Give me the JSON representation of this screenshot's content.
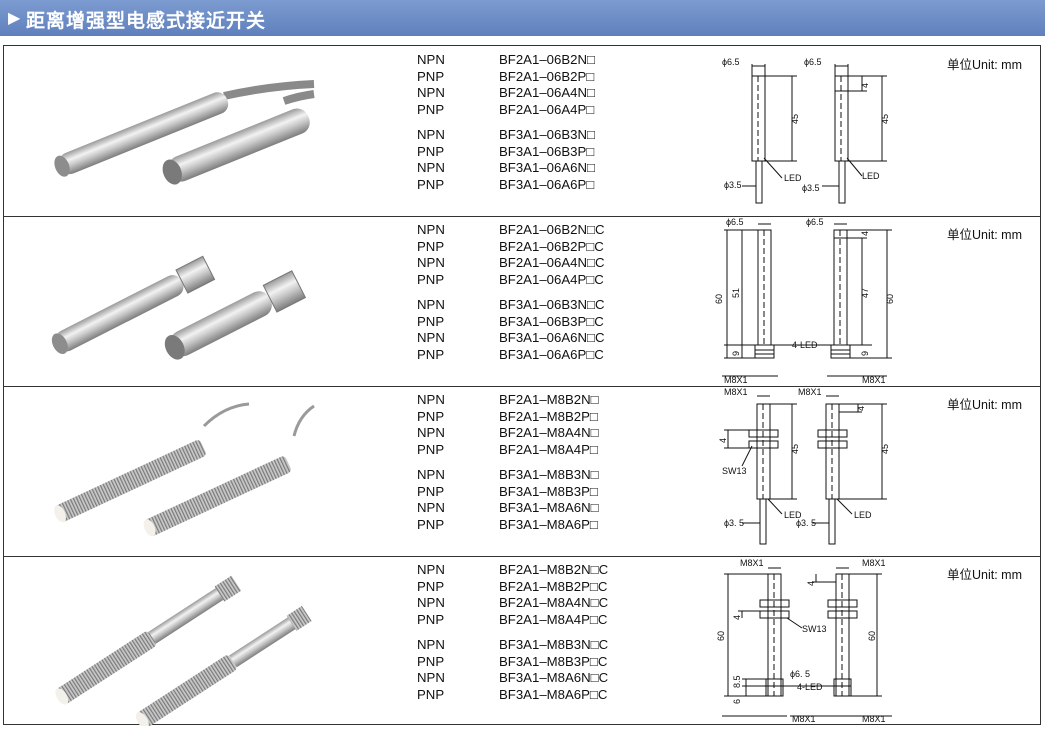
{
  "header": {
    "title": "距离增强型电感式接近开关",
    "colors": {
      "band": "#6a8ac6",
      "text": "#ffffff"
    }
  },
  "unit_label": "单位Unit: mm",
  "rows": [
    {
      "types": [
        "NPN",
        "PNP",
        "NPN",
        "PNP",
        "NPN",
        "PNP",
        "NPN",
        "PNP"
      ],
      "models": [
        "BF2A1–06B2N□",
        "BF2A1–06B2P□",
        "BF2A1–06A4N□",
        "BF2A1–06A4P□",
        "BF3A1–06B3N□",
        "BF3A1–06B3P□",
        "BF3A1–06A6N□",
        "BF3A1–06A6P□"
      ],
      "dims": {
        "d1": "ϕ6.5",
        "d2": "ϕ6.5",
        "l1": "45",
        "l2": "4",
        "l3": "45",
        "led1": "LED",
        "led2": "LED",
        "c1": "ϕ3.5",
        "c2": "ϕ3.5"
      }
    },
    {
      "types": [
        "NPN",
        "PNP",
        "NPN",
        "PNP",
        "NPN",
        "PNP",
        "NPN",
        "PNP"
      ],
      "models": [
        "BF2A1–06B2N□C",
        "BF2A1–06B2P□C",
        "BF2A1–06A4N□C",
        "BF2A1–06A4P□C",
        "BF3A1–06B3N□C",
        "BF3A1–06B3P□C",
        "BF3A1–06A6N□C",
        "BF3A1–06A6P□C"
      ],
      "dims": {
        "d1": "ϕ6.5",
        "d2": "ϕ6.5",
        "a": "60",
        "b": "51",
        "c": "9",
        "d": "4",
        "e": "47",
        "f": "60",
        "g": "9",
        "led": "4-LED",
        "m1": "M8X1",
        "m2": "M8X1"
      }
    },
    {
      "types": [
        "NPN",
        "PNP",
        "NPN",
        "PNP",
        "NPN",
        "PNP",
        "NPN",
        "PNP"
      ],
      "models": [
        "BF2A1–M8B2N□",
        "BF2A1–M8B2P□",
        "BF2A1–M8A4N□",
        "BF2A1–M8A4P□",
        "BF3A1–M8B3N□",
        "BF3A1–M8B3P□",
        "BF3A1–M8A6N□",
        "BF3A1–M8A6P□"
      ],
      "dims": {
        "m1": "M8X1",
        "m2": "M8X1",
        "a": "4",
        "b": "45",
        "c": "4",
        "d": "45",
        "sw": "SW13",
        "led1": "LED",
        "led2": "LED",
        "c1": "ϕ3. 5",
        "c2": "ϕ3. 5"
      }
    },
    {
      "types": [
        "NPN",
        "PNP",
        "NPN",
        "PNP",
        "NPN",
        "PNP",
        "NPN",
        "PNP"
      ],
      "models": [
        "BF2A1–M8B2N□C",
        "BF2A1–M8B2P□C",
        "BF2A1–M8A4N□C",
        "BF2A1–M8A4P□C",
        "BF3A1–M8B3N□C",
        "BF3A1–M8B3P□C",
        "BF3A1–M8A6N□C",
        "BF3A1–M8A6P□C"
      ],
      "dims": {
        "m1": "M8X1",
        "m2": "M8X1",
        "a": "4",
        "b": "4",
        "c": "60",
        "d": "60",
        "e": "8.5",
        "f": "6",
        "sw": "SW13",
        "dd": "ϕ6. 5",
        "led": "4-LED",
        "m3": "M8X1",
        "m4": "M8X1"
      }
    }
  ]
}
